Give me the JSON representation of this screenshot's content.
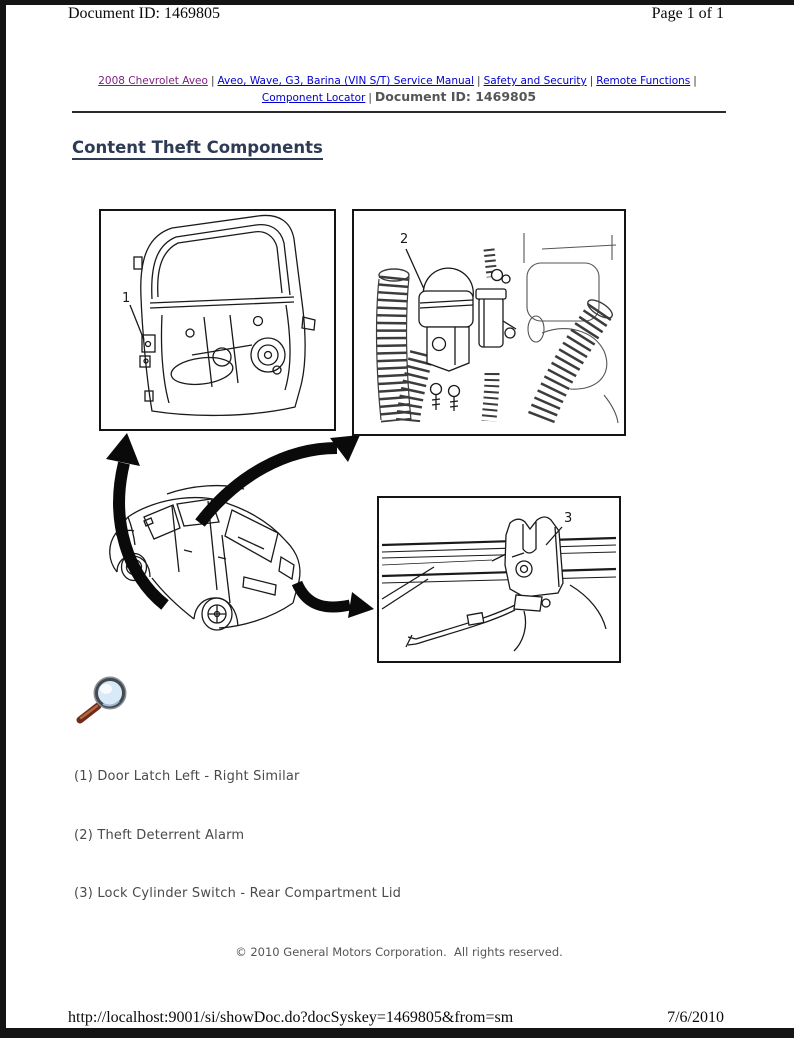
{
  "print_header": {
    "doc_id": "Document ID: 1469805",
    "page_label": "Page 1 of 1"
  },
  "breadcrumb": {
    "separator": "|",
    "links": [
      {
        "label": "2008 Chevrolet Aveo",
        "visited": true
      },
      {
        "label": "Aveo, Wave, G3, Barina (VIN S/T) Service Manual",
        "visited": false
      },
      {
        "label": "Safety and Security",
        "visited": false
      },
      {
        "label": "Remote Functions",
        "visited": false
      },
      {
        "label": "Component Locator",
        "visited": false
      }
    ],
    "current": "Document ID: 1469805"
  },
  "title": "Content Theft Components",
  "figure": {
    "callouts": [
      {
        "number": "1"
      },
      {
        "number": "2"
      },
      {
        "number": "3"
      }
    ],
    "magnifier_icon": "zoom-image"
  },
  "legend": {
    "items": [
      "(1) Door Latch Left - Right Similar",
      "(2) Theft Deterrent Alarm",
      "(3) Lock Cylinder Switch - Rear Compartment Lid"
    ]
  },
  "copyright": "© 2010 General Motors Corporation.  All rights reserved.",
  "print_footer": {
    "url": "http://localhost:9001/si/showDoc.do?docSyskey=1469805&from=sm",
    "date": "7/6/2010"
  },
  "colors": {
    "link": "#0000cc",
    "visited_link": "#7d2181",
    "heading": "#2f3b55",
    "body_text": "#4a4a4a",
    "frame": "#141414"
  }
}
